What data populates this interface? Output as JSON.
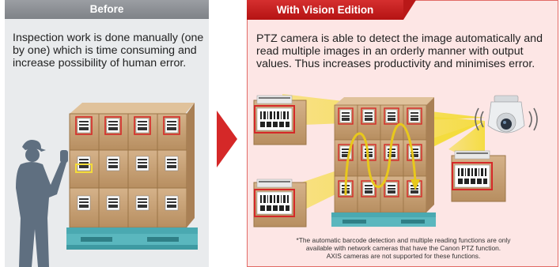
{
  "before": {
    "header": "Before",
    "description": "Inspection work is done manually (one by one) which is time consuming and increase possibility of human error."
  },
  "after": {
    "header": "With Vision Edition",
    "description": "PTZ camera is able to detect the image automatically and read multiple images in an orderly manner with output values. Thus increases productivity and minimises error.",
    "footnote_line1": "*The automatic barcode detection and multiple reading functions are only",
    "footnote_line2": "available with network cameras that have the Canon PTZ function.",
    "footnote_line3": "AXIS cameras are not supported for these functions."
  },
  "colors": {
    "accent_red": "#d52828",
    "box_brown": "#c9a47a",
    "pallet_teal": "#4aa9b1",
    "person_silhouette": "#5f6f80",
    "highlight_yellow": "#f4dc3a"
  },
  "icons": [
    "person-inspector-icon",
    "ptz-camera-icon",
    "barcode-label-icon",
    "arrow-right-icon"
  ]
}
